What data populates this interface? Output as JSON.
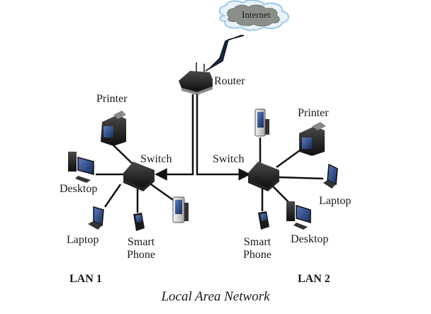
{
  "cloud": {
    "label": "Internet"
  },
  "router": {
    "label": "Router"
  },
  "lan1": {
    "label": "LAN 1",
    "switch_label": "Switch",
    "devices": {
      "printer": "Printer",
      "desktop": "Desktop",
      "laptop": "Laptop",
      "smartphone_line1": "Smart",
      "smartphone_line2": "Phone"
    }
  },
  "lan2": {
    "label": "LAN 2",
    "switch_label": "Switch",
    "devices": {
      "printer": "Printer",
      "laptop": "Laptop",
      "desktop": "Desktop",
      "smartphone_line1": "Smart",
      "smartphone_line2": "Phone"
    }
  },
  "caption": "Local Area Network",
  "colors": {
    "cloud_fill": "#8a9088",
    "cloud_outline": "#9cc8e8",
    "device_dark": "#1e1e1e",
    "screen_blue": "#2a4a86",
    "line": "#111111"
  }
}
